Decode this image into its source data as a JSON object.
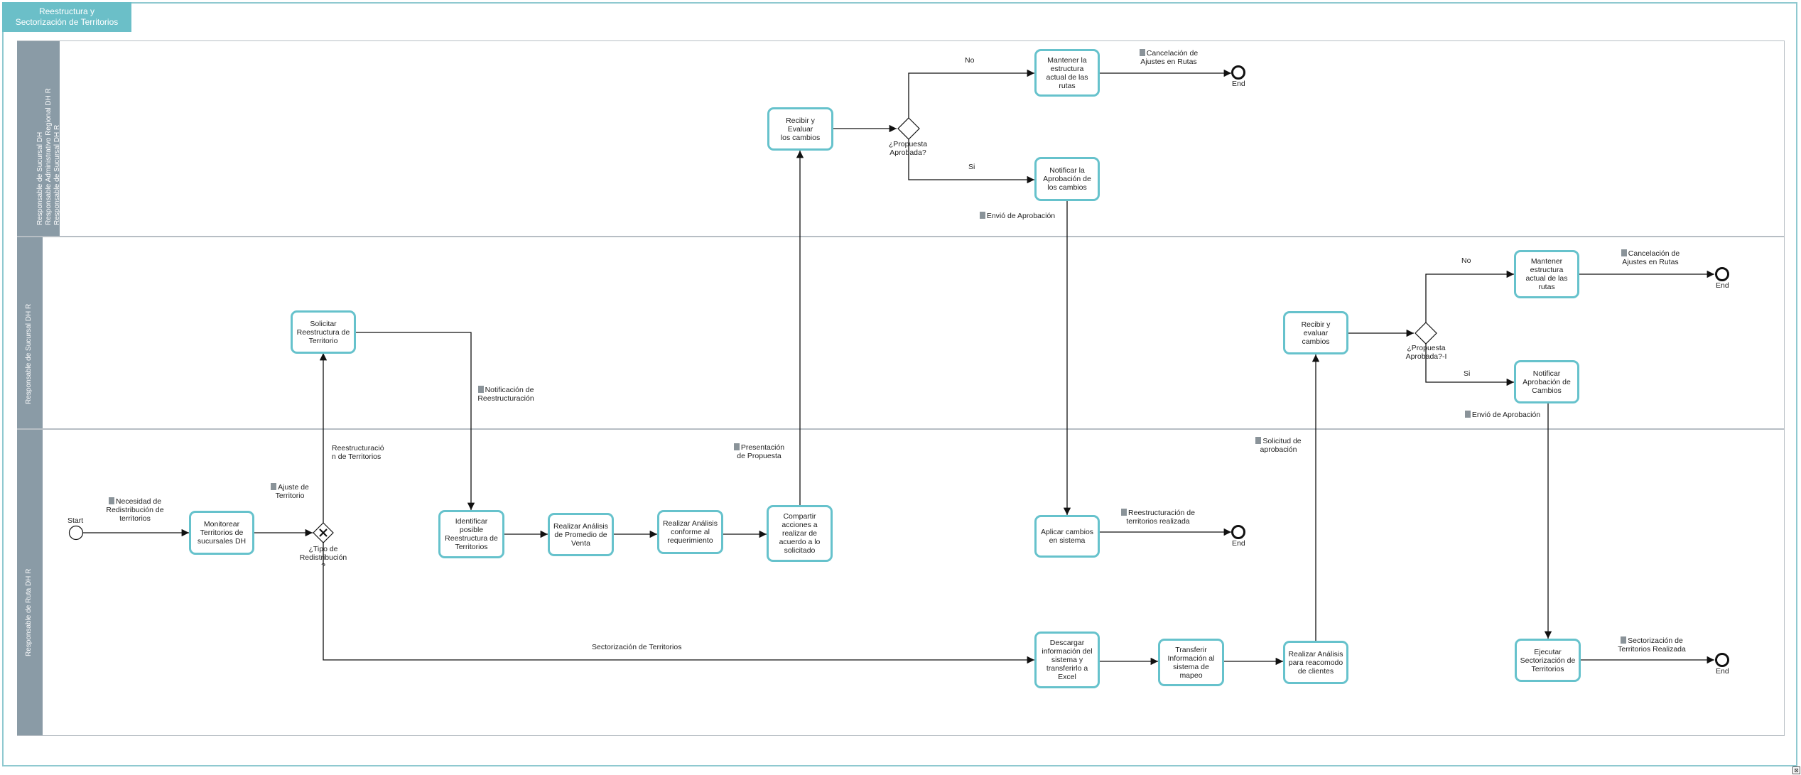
{
  "title": "Reestructura y\nSectorización de Territorios",
  "lanes": {
    "top": "Responsable de Sucursal DH\nResponsable Administrativo Regional DH R\nResponsable de Sucursal DH R",
    "middle": "Responsable de Sucursal DH R",
    "bottom": "Responsable de Ruta DH R"
  },
  "tasks": {
    "recibir_evaluar_top": "Recibir y Evaluar\nlos cambios",
    "mantener_top": "Mantener la\nestructura\nactual de las\nrutas",
    "notificar_top": "Notificar la\nAprobación de\nlos cambios",
    "solicitar": "Solicitar\nReestructura de\nTerritorio",
    "recibir_evaluar_mid": "Recibir y evaluar\ncambios",
    "mantener_mid": "Mantener\nestructura\nactual de las\nrutas",
    "notificar_mid": "Notificar\nAprobación de\nCambios",
    "monitorear": "Monitorear\nTerritorios de\nsucursales DH",
    "identificar": "Identificar\nposible\nReestructura de\nTerritorios",
    "analisis_promedio": "Realizar Análisis\nde Promedio de\nVenta",
    "analisis_requerimiento": "Realizar Análisis\nconforme al\nrequerimiento",
    "compartir": "Compartir\nacciones a\nrealizar de\nacuerdo a lo\nsolicitado",
    "aplicar": "Aplicar cambios\nen sistema",
    "descargar": "Descargar\ninformación del\nsistema y\ntransferirlo a\nExcel",
    "transferir": "Transferir\nInformación al\nsistema de\nmapeo",
    "analisis_reacomodo": "Realizar Análisis\npara reacomodo\nde clientes",
    "ejecutar": "Ejecutar\nSectorización de\nTerritorios"
  },
  "gateways": {
    "propuesta_top": "¿Propuesta\nAprobada?",
    "propuesta_mid": "¿Propuesta\nAprobada?-I",
    "tipo": "¿Tipo de\nRedistribución\n?"
  },
  "events": {
    "start": "Start",
    "end": "End"
  },
  "flow_labels": {
    "no": "No",
    "si": "Si",
    "reestructuracion": "Reestructuració\nn de Territorios",
    "sectorizacion": "Sectorización de Territorios"
  },
  "documents": {
    "cancelacion_top": "Cancelación de\nAjustes en Rutas",
    "envio_top": "Envió de Aprobación",
    "cancelacion_mid": "Cancelación de\nAjustes en Rutas",
    "envio_mid": "Envió de Aprobación",
    "notificacion": "Notificación de\nReestructuración",
    "necesidad": "Necesidad de\nRedistribución de\nterritorios",
    "ajuste": "Ajuste de\nTerritorio",
    "presentacion": "Presentación\nde Propuesta",
    "solicitud": "Solicitud de\naprobación",
    "reestructuracion_realizada": "Reestructuración de\nterritorios realizada",
    "sectorizacion_realizada": "Sectorización de\nTerritorios Realizada"
  },
  "colors": {
    "task_border": "#66c2cc",
    "title_bg": "#6bbfc8",
    "lane_header": "#8a9ba6",
    "line": "#111111"
  }
}
